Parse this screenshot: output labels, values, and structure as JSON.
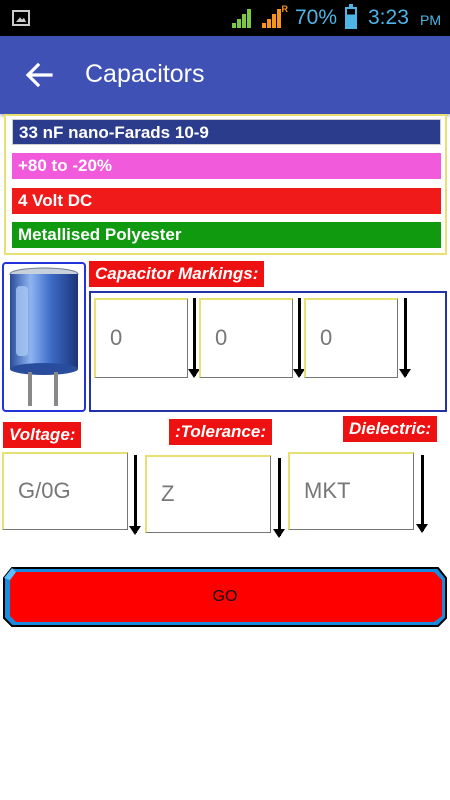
{
  "status_bar": {
    "battery_percent": "70%",
    "time": "3:23",
    "ampm": "PM",
    "roaming_indicator": "R"
  },
  "app_bar": {
    "title": "Capacitors",
    "back_icon": "arrow-left-icon"
  },
  "result": {
    "capacitance": "33 nF nano-Farads 10-9",
    "tolerance": "+80 to -20%",
    "voltage": "4 Volt DC",
    "dielectric": "Metallised Polyester"
  },
  "markings": {
    "label": "Capacitor Markings:",
    "digits": [
      "0",
      "0",
      "0"
    ]
  },
  "selectors": {
    "voltage_label": "Voltage:",
    "voltage_value": "G/0G",
    "tolerance_label": ":Tolerance:",
    "tolerance_value": "Z",
    "dielectric_label": "Dielectric:",
    "dielectric_value": "MKT"
  },
  "go_button": {
    "label": "GO"
  },
  "colors": {
    "app_bar": "#3f51b5",
    "capacitance_band": "#2c3c8c",
    "tolerance_band": "#f25adc",
    "voltage_band": "#f01a1a",
    "dielectric_band": "#109a10",
    "label_red": "#ee1111",
    "go_button_fill": "#ff0000",
    "go_button_edge": "#1a8ce0"
  }
}
